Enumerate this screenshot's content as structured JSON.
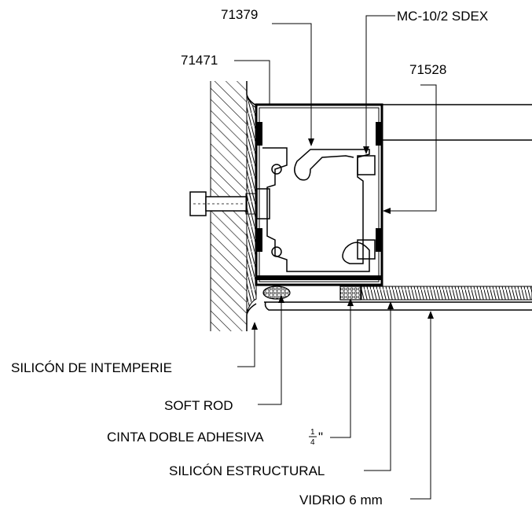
{
  "labels": {
    "part_71379": "71379",
    "part_mc": "MC-10/2 SDEX",
    "part_71471": "71471",
    "part_71528": "71528",
    "weather_silicone": "SILICÓN DE INTEMPERIE",
    "soft_rod": "SOFT ROD",
    "tape": "CINTA DOBLE ADHESIVA",
    "tape_frac_num": "1",
    "tape_frac_den": "4",
    "tape_inch": "\"",
    "structural_silicone": "SILICÓN ESTRUCTURAL",
    "glass": "VIDRIO 6 mm"
  },
  "colors": {
    "ink": "#000000",
    "paper": "#ffffff"
  }
}
